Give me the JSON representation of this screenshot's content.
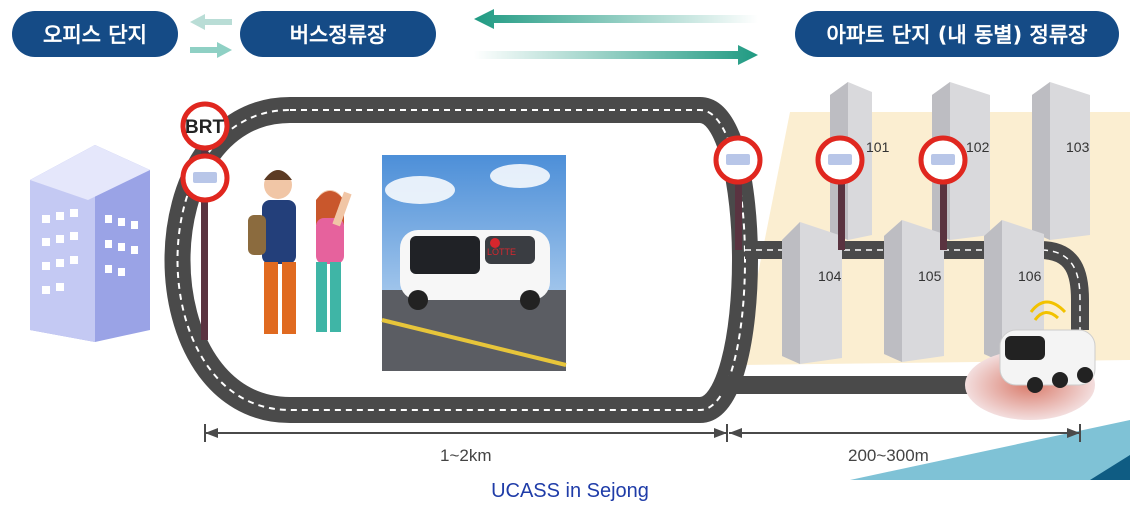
{
  "header": {
    "office": "오피스 단지",
    "bus_stop": "버스정류장",
    "apartment": "아파트 단지 (내 동별) 정류장"
  },
  "stop_sign": {
    "brt_label": "BRT"
  },
  "vehicle_photo": {
    "brand": "LOTTE"
  },
  "buildings": [
    "101",
    "102",
    "103",
    "104",
    "105",
    "106"
  ],
  "distances": {
    "first": "1~2km",
    "second": "200~300m"
  },
  "caption": "UCASS in Sejong"
}
